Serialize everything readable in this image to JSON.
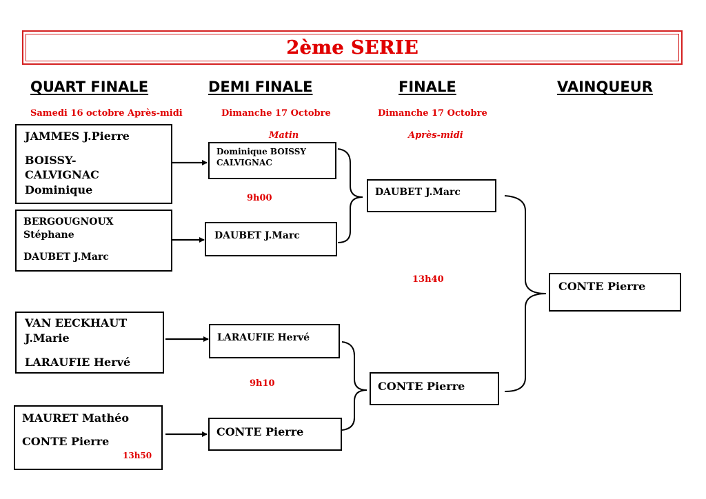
{
  "title": "2ème SERIE",
  "columns": {
    "quart": "QUART FINALE",
    "demi": "DEMI FINALE",
    "finale": "FINALE",
    "vainqueur": "VAINQUEUR"
  },
  "dates": {
    "quart": "Samedi 16 octobre Après-midi",
    "demi": "Dimanche 17 Octobre",
    "demi_session": "Matin",
    "finale": "Dimanche 17 Octobre",
    "finale_session": "Après-midi"
  },
  "quarter_matches": [
    {
      "p1": "JAMMES J.Pierre",
      "p2_line1": "BOISSY-",
      "p2_line2": "CALVIGNAC",
      "p2_line3": "Dominique"
    },
    {
      "p1_line1": "BERGOUGNOUX",
      "p1_line2": "Stéphane",
      "p2": "DAUBET J.Marc"
    },
    {
      "p1_line1": "VAN EECKHAUT",
      "p1_line2": "J.Marie",
      "p2": "LARAUFIE Hervé"
    },
    {
      "p1": "MAURET Mathéo",
      "p2": "CONTE Pierre",
      "time": "13h50"
    }
  ],
  "semi_entrants": [
    {
      "line1": "Dominique BOISSY",
      "line2": "CALVIGNAC"
    },
    {
      "line1": "DAUBET J.Marc"
    },
    {
      "line1": "LARAUFIE Hervé"
    },
    {
      "line1": "CONTE Pierre"
    }
  ],
  "semi_times": [
    "9h00",
    "9h10"
  ],
  "finalists": [
    "DAUBET J.Marc",
    "CONTE Pierre"
  ],
  "final_time": "13h40",
  "winner": "CONTE Pierre"
}
